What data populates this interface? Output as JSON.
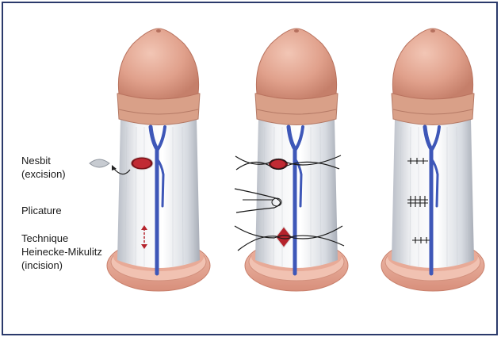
{
  "labels": {
    "nesbit_line1": "Nesbit",
    "nesbit_line2": "(excision)",
    "plicature": "Plicature",
    "technique_line1": "Technique",
    "technique_line2": "Heinecke-Mikulitz",
    "technique_line3": "(incision)"
  },
  "colors": {
    "frame": "#2b3a6b",
    "skin": "#e3a58f",
    "shaft": "#e6e9ee",
    "vein": "#3e57b8",
    "lesion": "#b5232c",
    "suture": "#1a1a1a"
  }
}
